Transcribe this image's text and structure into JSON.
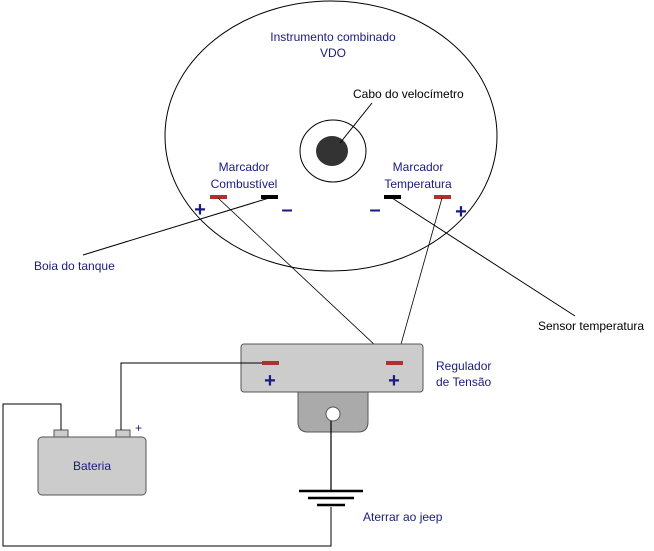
{
  "instrument": {
    "title_line1": "Instrumento combinado",
    "title_line2": "VDO",
    "speedo_cable_label": "Cabo do velocímetro"
  },
  "fuel_gauge": {
    "label_line1": "Marcador",
    "label_line2": "Combustível",
    "plus": "+",
    "minus": "–"
  },
  "temp_gauge": {
    "label_line1": "Marcador",
    "label_line2": "Temperatura",
    "plus": "+",
    "minus": "–"
  },
  "tank_float_label": "Boia do tanque",
  "temp_sensor_label": "Sensor temperatura",
  "regulator": {
    "label_line1": "Regulador",
    "label_line2": "de Tensão",
    "plus_left": "+",
    "plus_right": "+"
  },
  "battery": {
    "label": "Bateria",
    "plus": "+"
  },
  "ground_label": "Aterrar ao jeep",
  "colors": {
    "label_text": "#1a1a80",
    "positive_terminal": "#b03030",
    "negative_terminal": "#000000",
    "component_fill": "#cccccc",
    "ground_block_fill": "#aaaaaa"
  }
}
